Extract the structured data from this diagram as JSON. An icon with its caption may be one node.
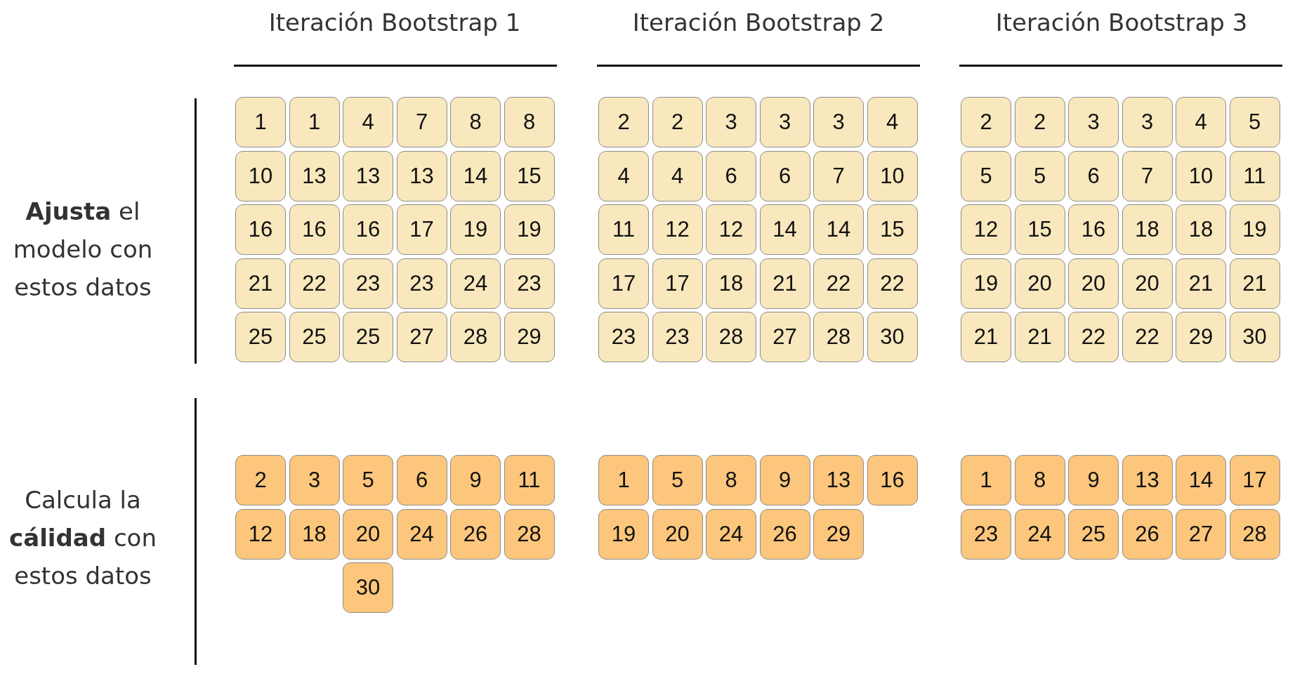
{
  "diagram": {
    "nodes": [
      {
        "text": [
          "1"
        ]
      },
      {
        "text": [
          "1"
        ]
      },
      {
        "text": [
          "4"
        ]
      },
      {
        "text": [
          "7"
        ]
      },
      {
        "text": [
          "8"
        ]
      },
      {
        "text": [
          "8"
        ]
      },
      {
        "text": [
          "10"
        ]
      },
      {
        "text": [
          "13"
        ]
      },
      {
        "text": [
          "13"
        ]
      },
      {
        "text": [
          "13"
        ]
      },
      {
        "text": [
          "14"
        ]
      },
      {
        "text": [
          "15"
        ]
      },
      {
        "text": [
          "16"
        ]
      },
      {
        "text": [
          "16"
        ]
      },
      {
        "text": [
          "16"
        ]
      },
      {
        "text": [
          "17"
        ]
      },
      {
        "text": [
          "19"
        ]
      },
      {
        "text": [
          "19"
        ]
      },
      {
        "text": [
          "21"
        ]
      },
      {
        "text": [
          "22"
        ]
      },
      {
        "text": [
          "23"
        ]
      },
      {
        "text": [
          "23"
        ]
      },
      {
        "text": [
          "24"
        ]
      },
      {
        "text": [
          "23"
        ]
      },
      {
        "text": [
          "25"
        ]
      },
      {
        "text": [
          "25"
        ]
      },
      {
        "text": [
          "25"
        ]
      },
      {
        "text": [
          "27"
        ]
      },
      {
        "text": [
          "28"
        ]
      },
      {
        "text": [
          "29"
        ]
      },
      {
        "text": [
          "2"
        ]
      },
      {
        "text": [
          "3"
        ]
      },
      {
        "text": [
          "5"
        ]
      },
      {
        "text": [
          "6"
        ]
      },
      {
        "text": [
          "9"
        ]
      },
      {
        "text": [
          "11"
        ]
      },
      {
        "text": [
          "12"
        ]
      },
      {
        "text": [
          "18"
        ]
      },
      {
        "text": [
          "20"
        ]
      },
      {
        "text": [
          "24"
        ]
      },
      {
        "text": [
          "26"
        ]
      },
      {
        "text": [
          "28"
        ]
      },
      {
        "text": [
          "30"
        ]
      },
      {
        "text": [
          "2"
        ]
      },
      {
        "text": [
          "2"
        ]
      },
      {
        "text": [
          "3"
        ]
      },
      {
        "text": [
          "3"
        ]
      },
      {
        "text": [
          "3"
        ]
      },
      {
        "text": [
          "4"
        ]
      },
      {
        "text": [
          "4"
        ]
      },
      {
        "text": [
          "4"
        ]
      },
      {
        "text": [
          "6"
        ]
      },
      {
        "text": [
          "6"
        ]
      },
      {
        "text": [
          "7"
        ]
      },
      {
        "text": [
          "10"
        ]
      },
      {
        "text": [
          "11"
        ]
      },
      {
        "text": [
          "12"
        ]
      },
      {
        "text": [
          "12"
        ]
      },
      {
        "text": [
          "14"
        ]
      },
      {
        "text": [
          "14"
        ]
      },
      {
        "text": [
          "15"
        ]
      },
      {
        "text": [
          "17"
        ]
      },
      {
        "text": [
          "17"
        ]
      },
      {
        "text": [
          "18"
        ]
      },
      {
        "text": [
          "21"
        ]
      },
      {
        "text": [
          "22"
        ]
      },
      {
        "text": [
          "22"
        ]
      },
      {
        "text": [
          "23"
        ]
      },
      {
        "text": [
          "23"
        ]
      },
      {
        "text": [
          "28"
        ]
      },
      {
        "text": [
          "27"
        ]
      },
      {
        "text": [
          "28"
        ]
      },
      {
        "text": [
          "30"
        ]
      },
      {
        "text": [
          "1"
        ]
      },
      {
        "text": [
          "5"
        ]
      },
      {
        "text": [
          "8"
        ]
      },
      {
        "text": [
          "9"
        ]
      },
      {
        "text": [
          "13"
        ]
      },
      {
        "text": [
          "16"
        ]
      },
      {
        "text": [
          "19"
        ]
      },
      {
        "text": [
          "20"
        ]
      },
      {
        "text": [
          "24"
        ]
      },
      {
        "text": [
          "26"
        ]
      },
      {
        "text": [
          "29"
        ]
      },
      {
        "text": [
          "2"
        ]
      },
      {
        "text": [
          "2"
        ]
      },
      {
        "text": [
          "3"
        ]
      },
      {
        "text": [
          "3"
        ]
      },
      {
        "text": [
          "4"
        ]
      },
      {
        "text": [
          "5"
        ]
      },
      {
        "text": [
          "5"
        ]
      },
      {
        "text": [
          "5"
        ]
      },
      {
        "text": [
          "6"
        ]
      },
      {
        "text": [
          "7"
        ]
      },
      {
        "text": [
          "10"
        ]
      },
      {
        "text": [
          "11"
        ]
      },
      {
        "text": [
          "12"
        ]
      },
      {
        "text": [
          "15"
        ]
      },
      {
        "text": [
          "16"
        ]
      },
      {
        "text": [
          "18"
        ]
      },
      {
        "text": [
          "18"
        ]
      },
      {
        "text": [
          "19"
        ]
      },
      {
        "text": [
          "19"
        ]
      },
      {
        "text": [
          "20"
        ]
      },
      {
        "text": [
          "20"
        ]
      },
      {
        "text": [
          "20"
        ]
      },
      {
        "text": [
          "21"
        ]
      },
      {
        "text": [
          "21"
        ]
      },
      {
        "text": [
          "21"
        ]
      },
      {
        "text": [
          "21"
        ]
      },
      {
        "text": [
          "22"
        ]
      },
      {
        "text": [
          "22"
        ]
      },
      {
        "text": [
          "29"
        ]
      },
      {
        "text": [
          "30"
        ]
      },
      {
        "text": [
          "1"
        ]
      },
      {
        "text": [
          "8"
        ]
      },
      {
        "text": [
          "9"
        ]
      },
      {
        "text": [
          "13"
        ]
      },
      {
        "text": [
          "14"
        ]
      },
      {
        "text": [
          "17"
        ]
      },
      {
        "text": [
          "23"
        ]
      },
      {
        "text": [
          "24"
        ]
      },
      {
        "text": [
          "25"
        ]
      },
      {
        "text": [
          "26"
        ]
      },
      {
        "text": [
          "27"
        ]
      },
      {
        "text": [
          "28"
        ]
      }
    ],
    "labels": [
      "Iteración Bootstrap 1",
      "Iteración Bootstrap 2",
      "Iteración Bootstrap 3",
      "**Ajusta** el modelo con estos datos",
      "Calcula la **cálidad** con estos datos"
    ]
  }
}
